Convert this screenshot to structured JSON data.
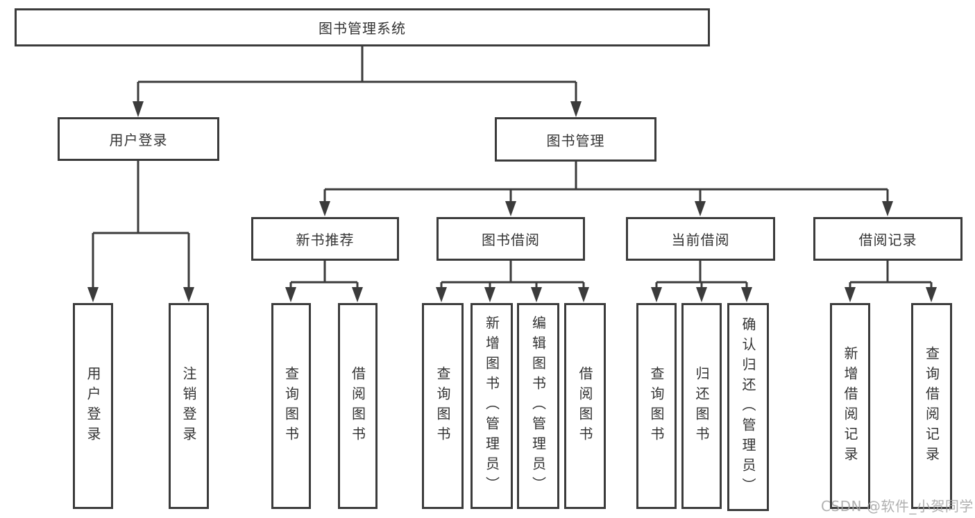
{
  "diagram": {
    "kind": "functional-structure-tree",
    "colors": {
      "line": "#3b3b3b",
      "box_border": "#3b3b3b",
      "text": "#333333",
      "background": "#ffffff",
      "watermark": "#a2a2a2"
    },
    "tree": {
      "label": "图书管理系统",
      "children": [
        {
          "label": "用户登录",
          "children": [
            {
              "label": "用户登录"
            },
            {
              "label": "注销登录"
            }
          ]
        },
        {
          "label": "图书管理",
          "children": [
            {
              "label": "新书推荐",
              "children": [
                {
                  "label": "查询图书"
                },
                {
                  "label": "借阅图书"
                }
              ]
            },
            {
              "label": "图书借阅",
              "children": [
                {
                  "label": "查询图书"
                },
                {
                  "label": "新增图书（管理员）"
                },
                {
                  "label": "编辑图书（管理员）"
                },
                {
                  "label": "借阅图书"
                }
              ]
            },
            {
              "label": "当前借阅",
              "children": [
                {
                  "label": "查询图书"
                },
                {
                  "label": "归还图书"
                },
                {
                  "label": "确认归还（管理员）"
                }
              ]
            },
            {
              "label": "借阅记录",
              "children": [
                {
                  "label": "新增借阅记录"
                },
                {
                  "label": "查询借阅记录"
                }
              ]
            }
          ]
        }
      ]
    },
    "watermark": {
      "text": "CSDN @软件_小贺同学"
    }
  }
}
